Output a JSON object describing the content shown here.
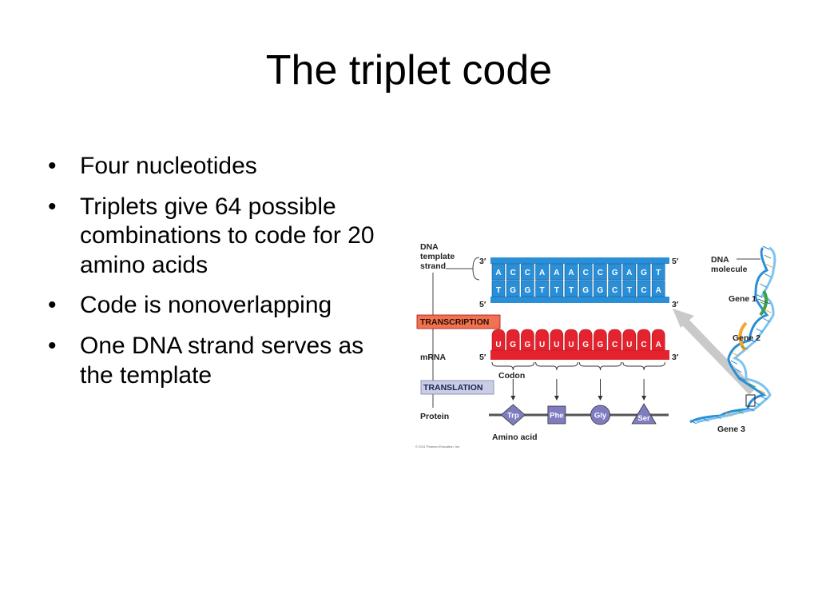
{
  "slide": {
    "title": "The triplet code",
    "bullets": [
      "Four nucleotides",
      "Triplets give 64 possible combinations to code for 20 amino acids",
      "Code is nonoverlapping",
      "One DNA strand serves as the template"
    ]
  },
  "figure": {
    "labels": {
      "dna_template_strand": [
        "DNA",
        "template",
        "strand"
      ],
      "transcription": "TRANSCRIPTION",
      "mrna": "mRNA",
      "translation": "TRANSLATION",
      "protein": "Protein",
      "codon": "Codon",
      "amino_acid": "Amino acid",
      "dna_molecule": [
        "DNA",
        "molecule"
      ],
      "gene_1": "Gene 1",
      "gene_2": "Gene 2",
      "gene_3": "Gene 3",
      "copyright": "© 2011 Pearson Education, Inc."
    },
    "ends": {
      "top_strand_left": "3′",
      "top_strand_right": "5′",
      "bottom_strand_left": "5′",
      "bottom_strand_right": "3′",
      "mrna_left": "5′",
      "mrna_right": "3′"
    },
    "dna_top_bases": [
      "A",
      "C",
      "C",
      "A",
      "A",
      "A",
      "C",
      "C",
      "G",
      "A",
      "G",
      "T"
    ],
    "dna_bottom_bases": [
      "T",
      "G",
      "G",
      "T",
      "T",
      "T",
      "G",
      "G",
      "C",
      "T",
      "C",
      "A"
    ],
    "mrna_bases": [
      "U",
      "G",
      "G",
      "U",
      "U",
      "U",
      "G",
      "G",
      "C",
      "U",
      "C",
      "A"
    ],
    "amino_acids": [
      {
        "name": "Trp",
        "shape": "diamond"
      },
      {
        "name": "Phe",
        "shape": "square"
      },
      {
        "name": "Gly",
        "shape": "circle"
      },
      {
        "name": "Ser",
        "shape": "triangle"
      }
    ],
    "colors": {
      "dna_blue": "#2a8fd6",
      "dna_dark": "#0f5d9c",
      "mrna_red": "#e4232e",
      "mrna_dark": "#a7101a",
      "transcription_box": "#f0734f",
      "translation_box": "#c9cde6",
      "amino_acid_purple": "#7f7cc0",
      "arrow_gray": "#c8c9cb"
    }
  }
}
